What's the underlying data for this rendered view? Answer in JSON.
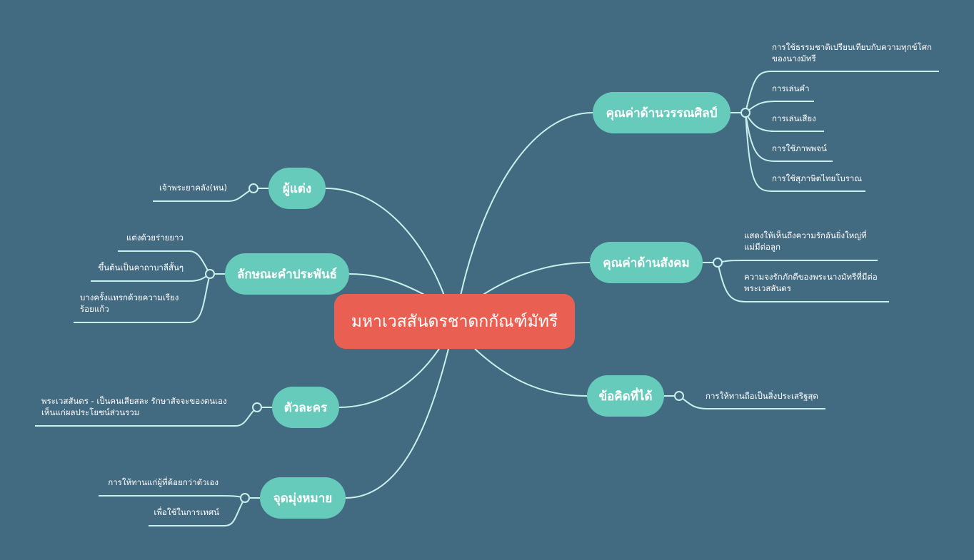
{
  "center": "มหาเวสสันดรชาดกกัณฑ์มัทรี",
  "colors": {
    "background": "#426a80",
    "center": "#e96052",
    "node": "#66cbba",
    "line": "#c9f0ea"
  },
  "branches": [
    {
      "label": "คุณค่าด้านวรรณศิลป์",
      "children": [
        "การใช้ธรรมชาติเปรียบเทียบกับความทุกข์โศก ของนางมัทรี",
        "การเล่นคำ",
        "การเล่นเสียง",
        "การใช้ภาพพจน์",
        "การใช้สุภาษิตไทยโบราณ"
      ]
    },
    {
      "label": "คุณค่าด้านสังคม",
      "children": [
        "แสดงให้เห็นถึงความรักอันยิ่งใหญ่ที่ แม่มีต่อลูก",
        "ความจงรักภักดีของพระนางมัทรีที่มีต่อ พระเวสสันดร"
      ]
    },
    {
      "label": "ข้อคิดที่ได้",
      "children": [
        "การให้ทานถือเป็นสิ่งประเสริฐสุด"
      ]
    },
    {
      "label": "ผู้แต่ง",
      "children": [
        "เจ้าพระยาคลัง(หน)"
      ]
    },
    {
      "label": "ลักษณะคำประพันธ์",
      "children": [
        "แต่งด้วยร่ายยาว",
        "ขึ้นต้นเป็นคาถาบาลีสั้นๆ",
        "บางครั้งแทรกด้วยความเรียง ร้อยแก้ว"
      ]
    },
    {
      "label": "ตัวละคร",
      "children": [
        "พระเวสสันดร - เป็นคนเสียสละ รักษาสัจจะของตนเอง เห็นแก่ผลประโยชน์ส่วนรวม"
      ]
    },
    {
      "label": "จุดมุ่งหมาย",
      "children": [
        "การให้ทานแก่ผู้ที่ด้อยกว่าตัวเอง",
        "เพื่อใช้ในการเทศน์"
      ]
    }
  ]
}
